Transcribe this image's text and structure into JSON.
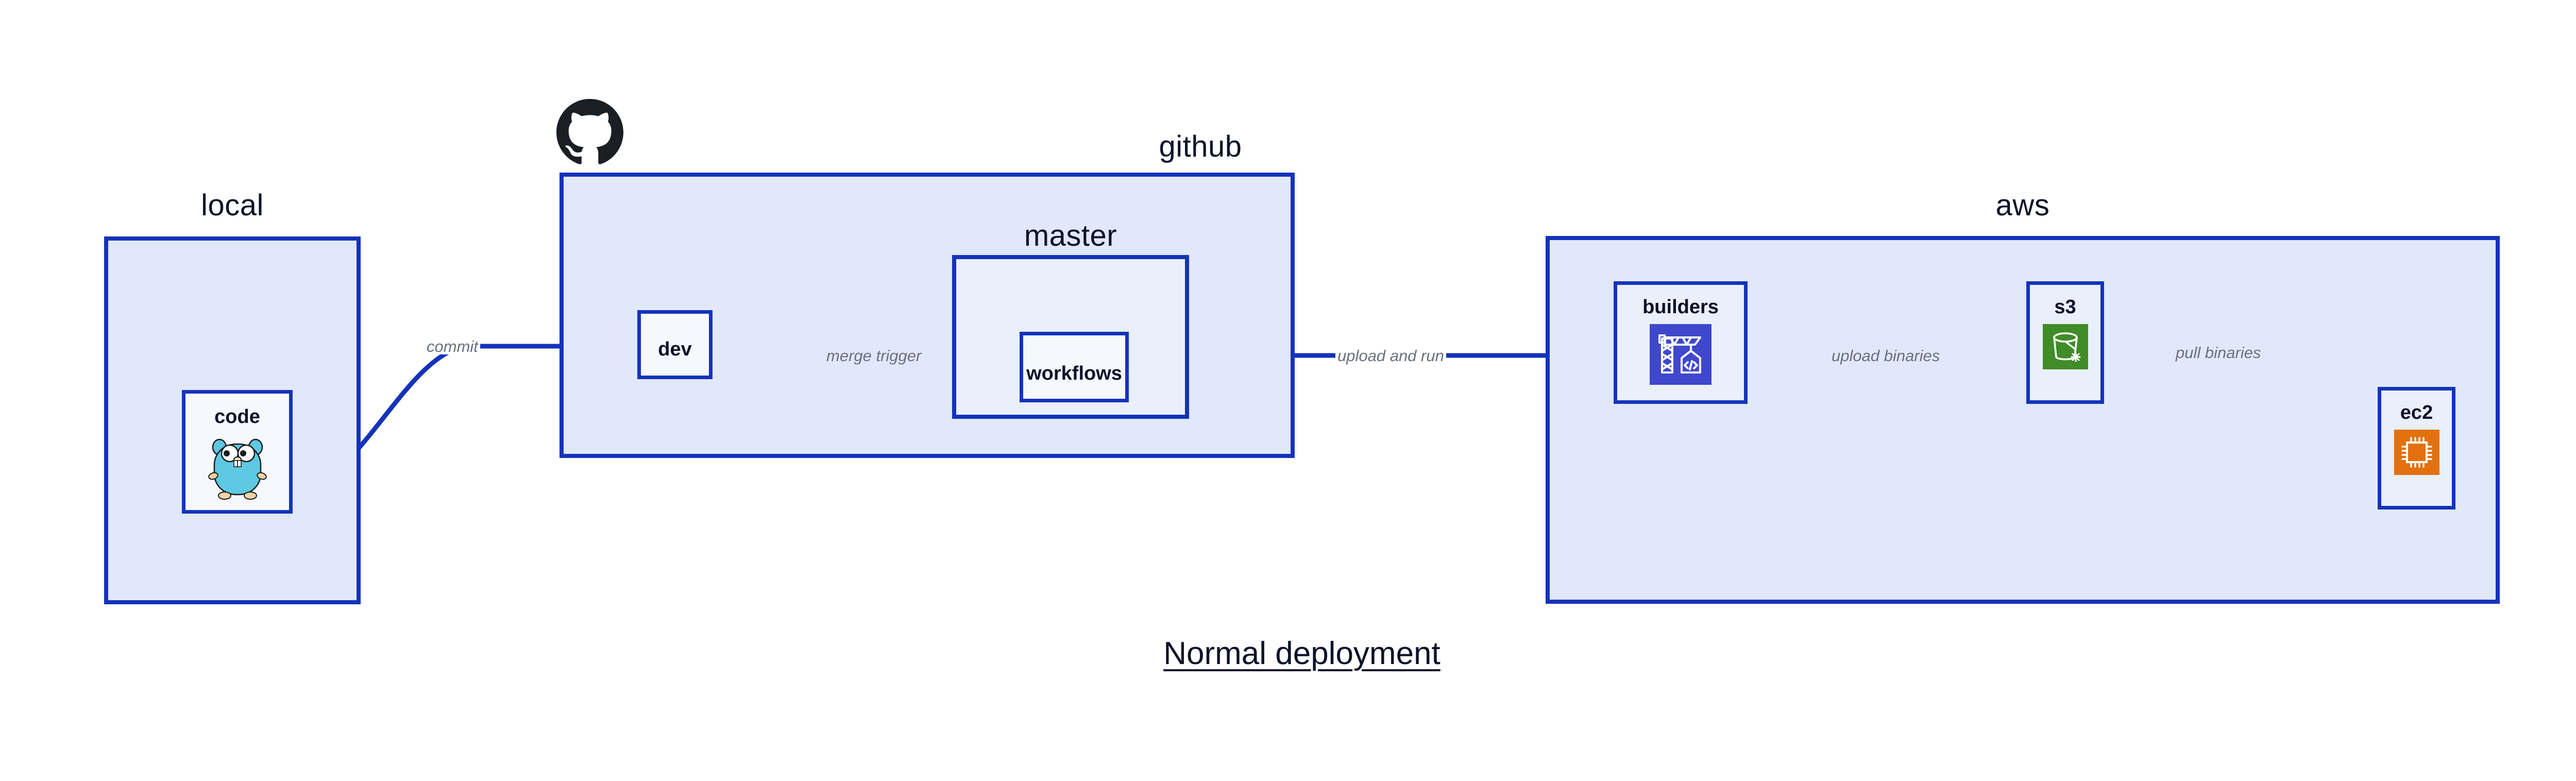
{
  "diagram": {
    "title": "Normal deployment",
    "accent_border": "#1433ba",
    "group_fill": "#e2e8fb",
    "node_fill": "#eaeffc",
    "edge_label_color": "#6b6f80",
    "text_color": "#0d1129",
    "background": "#ffffff"
  },
  "groups": [
    {
      "id": "local",
      "label": "local"
    },
    {
      "id": "github",
      "label": "github"
    },
    {
      "id": "master",
      "label": "master"
    },
    {
      "id": "aws",
      "label": "aws"
    }
  ],
  "nodes": [
    {
      "id": "code",
      "label": "code",
      "icon": "go-gopher-icon",
      "icon_color": "#5dc9e2"
    },
    {
      "id": "dev",
      "label": "dev",
      "icon": null,
      "icon_color": null
    },
    {
      "id": "workflows",
      "label": "workflows",
      "icon": null,
      "icon_color": null
    },
    {
      "id": "builders",
      "label": "builders",
      "icon": "aws-codebuild-icon",
      "icon_color": "#3f48cc"
    },
    {
      "id": "s3",
      "label": "s3",
      "icon": "aws-s3-bucket-icon",
      "icon_color": "#3f8c28"
    },
    {
      "id": "ec2",
      "label": "ec2",
      "icon": "aws-ec2-chip-icon",
      "icon_color": "#e2700d"
    }
  ],
  "edges": [
    {
      "id": "commit",
      "label": "commit",
      "from": "code",
      "to": "dev"
    },
    {
      "id": "merge-trigger",
      "label": "merge trigger",
      "from": "dev",
      "to": "workflows"
    },
    {
      "id": "upload-and-run",
      "label": "upload and run",
      "from": "workflows",
      "to": "builders"
    },
    {
      "id": "upload-binaries",
      "label": "upload binaries",
      "from": "builders",
      "to": "s3"
    },
    {
      "id": "pull-binaries",
      "label": "pull binaries",
      "from": "s3",
      "to": "ec2"
    }
  ],
  "logos": [
    {
      "id": "github-logo",
      "name": "github-octocat-icon",
      "color": "#1b1f23"
    }
  ]
}
